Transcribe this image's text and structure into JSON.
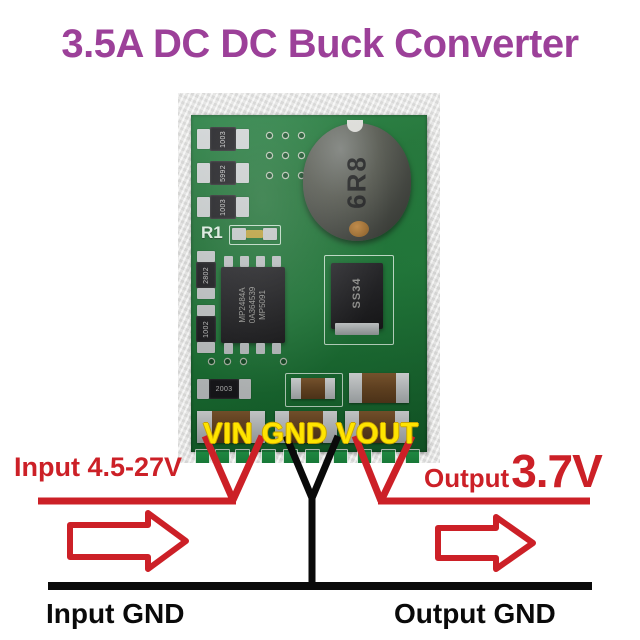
{
  "title": "3.5A DC DC Buck Converter",
  "colors": {
    "title_purple": "#9c4099",
    "label_red": "#cc2027",
    "label_yellow": "#ffe400",
    "label_black": "#0a0a0a",
    "pcb_green": "#1a7c36"
  },
  "pcb_labels": {
    "terminals": "VIN GND VOUT",
    "silk_r1": "R1",
    "ic_marking": "MP2484A",
    "ic_marking_2": "0A364539",
    "ic_marking_3": "MP5091",
    "inductor_code": "6R8",
    "diode_code": "SS34",
    "resistor_1": "1003",
    "resistor_2": "5992",
    "resistor_3": "1003",
    "resistor_4": "2802",
    "resistor_5": "1002",
    "resistor_6": "2003"
  },
  "annotations": {
    "input": "Input 4.5-27V",
    "output_word": "Output",
    "output_value": "3.7V",
    "input_gnd": "Input GND",
    "output_gnd": "Output GND"
  }
}
